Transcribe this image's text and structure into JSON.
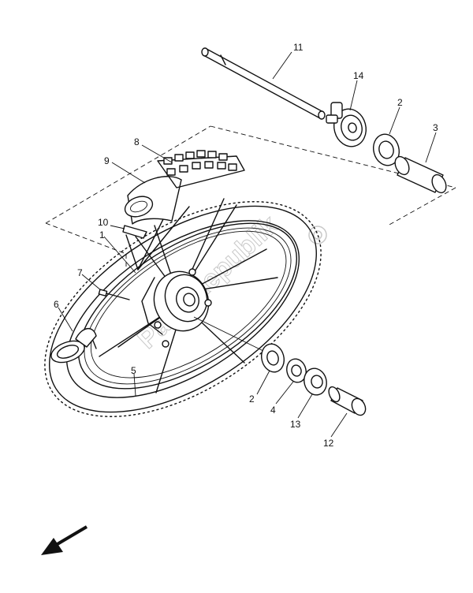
{
  "callouts": [
    {
      "id": "c11",
      "text": "11"
    },
    {
      "id": "c14",
      "text": "14"
    },
    {
      "id": "c2a",
      "text": "2"
    },
    {
      "id": "c3",
      "text": "3"
    },
    {
      "id": "c8",
      "text": "8"
    },
    {
      "id": "c9",
      "text": "9"
    },
    {
      "id": "c10",
      "text": "10"
    },
    {
      "id": "c1",
      "text": "1"
    },
    {
      "id": "c7",
      "text": "7"
    },
    {
      "id": "c6",
      "text": "6"
    },
    {
      "id": "c5",
      "text": "5"
    },
    {
      "id": "c2b",
      "text": "2"
    },
    {
      "id": "c4",
      "text": "4"
    },
    {
      "id": "c13",
      "text": "13"
    },
    {
      "id": "c12",
      "text": "12"
    }
  ],
  "watermark": {
    "text": "PartsRepublik"
  },
  "icons": {
    "direction_arrow": "front-direction-arrow-icon",
    "logo": "gear-logo-icon"
  }
}
